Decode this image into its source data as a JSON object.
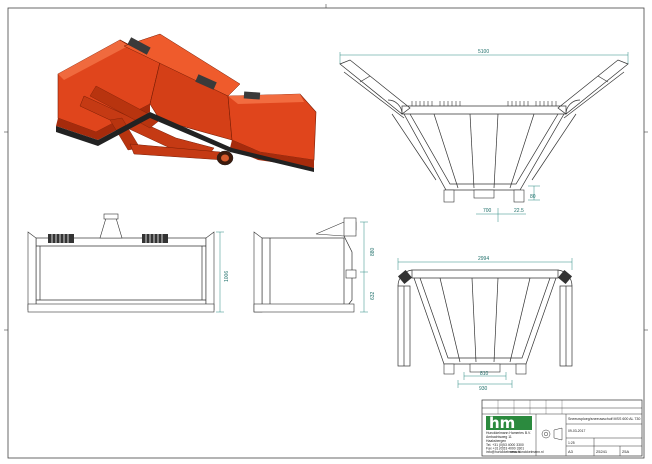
{
  "dimensions": {
    "top_width": "5100",
    "bottom_left": "700",
    "bottom_mid": "22.5",
    "bottom_small": "80",
    "front_height": "1006",
    "side_upper": "880",
    "side_lower": "632",
    "plan_width": "2994",
    "plan_bottom_1": "810",
    "plan_bottom_2": "930"
  },
  "title_block": {
    "company": "Hunckkelmann Hameries B.V.",
    "address1": "Ambachtsweg 11",
    "address2": "Haaksbergen",
    "tel": "Tel. +31 (0)53 4000 3300",
    "fax": "Fax +31 (0)53 4000 3301",
    "email": "info@hunckkelmann.nl",
    "web": "www.hunckkelmann.nl",
    "title": "Sneeuwploeg/sneeuwschuif MSS 600 AL 730",
    "date": "09-03-2017",
    "drawing_no": "25241",
    "sheet": "25A",
    "scale": "1:25",
    "size": "A3"
  },
  "colors": {
    "plow_body": "#e0451c",
    "plow_dark": "#a62b0c",
    "dimension": "#2a8a82",
    "logo": "#2b8a3e"
  }
}
